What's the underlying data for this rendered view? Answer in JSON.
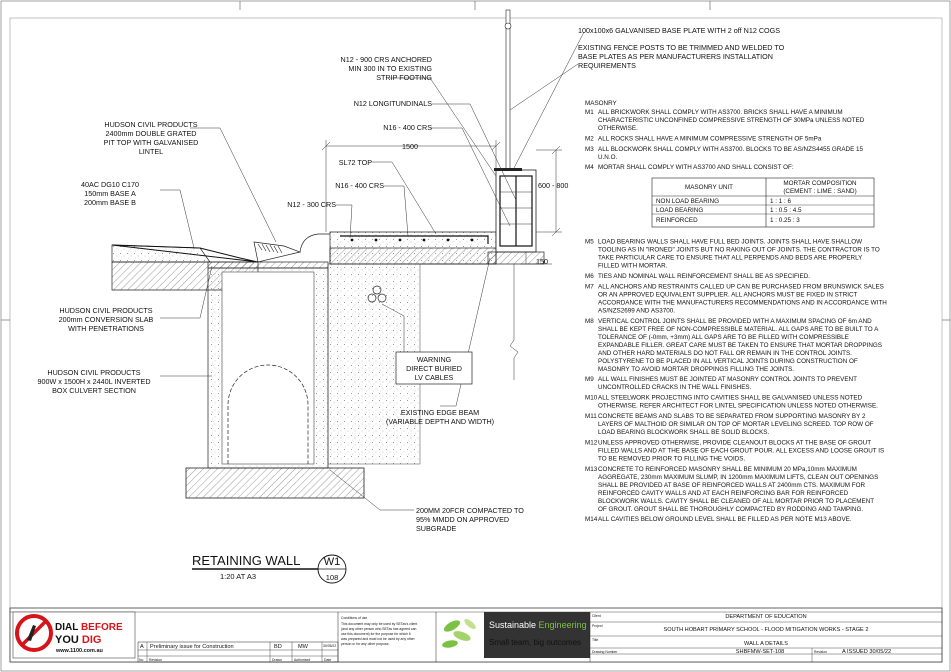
{
  "drawing": {
    "labels": {
      "base_plate": "100x100x6 GALVANISED BASE PLATE WITH 2 off N12 COGS",
      "fence_posts": [
        "EXISTING FENCE POSTS TO BE TRIMMED AND WELDED TO",
        "BASE PLATES AS PER MANUFACTURERS INSTALLATION",
        "REQUIREMENTS"
      ],
      "n12_900": [
        "N12 - 900 CRS ANCHORED",
        "MIN 300 IN TO EXISTING",
        "STRIP FOOTING"
      ],
      "n12_long": "N12 LONGITUNDINALS",
      "n16_400_upper": "N16 - 400 CRS",
      "pit_top": [
        "HUDSON CIVIL PRODUCTS",
        "2400mm DOUBLE GRATED",
        "PIT TOP WITH GALVANISED",
        "LINTEL"
      ],
      "sl72": "SL72 TOP",
      "base_course": [
        "40AC DG10 C170",
        "150mm BASE A",
        "200mm BASE B"
      ],
      "n16_400_lower": "N16 - 400 CRS",
      "n12_300": "N12 - 300 CRS",
      "slab": [
        "HUDSON CIVIL PRODUCTS",
        "200mm CONVERSION SLAB",
        "WITH PENETRATIONS"
      ],
      "warning": [
        "WARNING",
        "DIRECT BURIED",
        "LV CABLES"
      ],
      "culvert": [
        "HUDSON CIVIL PRODUCTS",
        "900W x 1500H x 2440L INVERTED",
        "BOX CULVERT SECTION"
      ],
      "edge_beam": [
        "EXISTING EDGE BEAM",
        "(VARIABLE DEPTH AND WIDTH)"
      ],
      "subgrade": [
        "200MM 20FCR COMPACTED TO",
        "95% MMDD ON APPROVED",
        "SUBGRADE"
      ]
    },
    "dimensions": {
      "width": "1500",
      "height": "600 - 800",
      "footing": "150"
    },
    "title": {
      "name": "RETAINING WALL",
      "ref": "W1",
      "sheet": "108",
      "scale": "1:20 AT A3"
    }
  },
  "notes": {
    "heading": "MASONRY",
    "items": [
      {
        "code": "M1",
        "lines": [
          "ALL BRICKWORK SHALL COMPLY WITH AS3700.      BRICKS SHALL HAVE A MINIMUM",
          "CHARACTERISTIC         UNCONFINED COMPRESSIVE STRENGTH OF 30MPa UNLESS NOTED",
          "OTHERWISE."
        ]
      },
      {
        "code": "M2",
        "lines": [
          "ALL ROCKS SHALL HAVE A MINIMUM COMPRESSIVE STRENGTH OF 5mPa"
        ]
      },
      {
        "code": "M3",
        "lines": [
          "ALL BLOCKWORK SHALL COMPLY WITH AS3700.      BLOCKS TO BE AS/NZS4455  GRADE 15",
          "U.N.O."
        ]
      },
      {
        "code": "M4",
        "lines": [
          "MORTAR SHALL COMPLY WITH AS3700 AND SHALL  CONSIST OF:"
        ]
      },
      {
        "code": "M5",
        "lines": [
          "LOAD BEARING WALLS SHALL HAVE FULL BED JOINTS.  JOINTS SHALL HAVE  SHALLOW",
          "TOOLING AS IN \"IRONED\" JOINTS BUT NO RAKING OUT OF JOINTS.  THE CONTRACTOR IS TO",
          "TAKE PARTICULAR CARE TO ENSURE THAT ALL PERPENDS AND BEDS ARE PROPERLY",
          "FILLED WITH MORTAR."
        ]
      },
      {
        "code": "M6",
        "lines": [
          "TIES AND NOMINAL WALL REINFORCEMENT SHALL BE AS SPECIFIED."
        ]
      },
      {
        "code": "M7",
        "lines": [
          "ALL ANCHORS AND RESTRAINTS CALLED UP CAN BE PURCHASED FROM  BRUNSWICK SALES",
          "OR AN APPROVED EQUIVALENT SUPPLIER.  ALL ANCHORS MUST BE FIXED IN STRICT",
          "ACCORDANCE WITH THE MANUFACTURERS RECOMMENDATIONS AND IN ACCORDANCE WITH",
          "AS/NZS2699 AND AS3700."
        ]
      },
      {
        "code": "M8",
        "lines": [
          " VERTICAL CONTROL JOINTS SHALL BE PROVIDED WITH A MAXIMUM SPACING  OF 6m AND",
          "SHALL BE KEPT FREE OF NON-COMPRESSIBLE MATERIAL.  ALL GAPS ARE TO BE BUILT TO A",
          "TOLERANCE OF (-0mm, +3mm)  ALL GAPS ARE TO BE FILLED WITH COMPRESSIBLE",
          "EXPANDABLE FILLER. GREAT CARE MUST BE TAKEN TO ENSURE THAT MORTAR DROPPINGS",
          "AND OTHER HARD MATERIALS DO NOT FALL OR REMAIN IN THE CONTROL JOINTS.",
          "POLYSTYRENE TO BE PLACED IN ALL VERTICAL JOINTS DURING CONSTRUCTION OF",
          "MASONRY TO AVOID MORTAR DROPPINGS FILLING THE JOINTS."
        ]
      },
      {
        "code": "M9",
        "lines": [
          "ALL WALL FINISHES MUST BE JOINTED AT MASONRY CONTROL JOINTS TO PREVENT",
          "UNCONTROLLED CRACKS IN THE WALL FINISHES."
        ]
      },
      {
        "code": "M10",
        "lines": [
          "ALL STEELWORK PROJECTING INTO CAVITIES SHALL BE GALVANISED UNLESS  NOTED",
          "OTHERWISE.  REFER ARCHITECT FOR LINTEL SPECIFICATION UNLESS  NOTED OTHERWISE."
        ]
      },
      {
        "code": "M11",
        "lines": [
          "CONCRETE BEAMS AND SLABS TO BE SEPARATED FROM SUPPORTING  MASONRY BY 2",
          "LAYERS OF MALTHOID OR SIMILAR ON TOP OF MORTAR LEVELING SCREED.  TOP ROW OF",
          "LOAD BEARING BLOCKWORK SHALL BE SOLID BLOCKS."
        ]
      },
      {
        "code": "M12",
        "lines": [
          "UNLESS APPROVED OTHERWISE, PROVIDE CLEANOUT BLOCKS AT THE BASE  OF GROUT",
          "FILLED WALLS AND AT THE BASE OF EACH GROUT POUR.  ALL EXCESS AND LOOSE GROUT IS",
          "TO BE REMOVED PRIOR TO FILLING THE VOIDS."
        ]
      },
      {
        "code": "M13",
        "lines": [
          "CONCRETE TO REINFORCED MASONRY SHALL BE MINIMUM 20 MPa,10mm MAXIMUM",
          "AGGREGATE, 230mm MAXIMUM SLUMP, IN 1200mm MAXIMUM LIFTS, CLEAN OUT OPENINGS",
          "SHALL BE PROVIDED AT BASE OF REINFORCED WALLS AT 2400mm CTS.  MAXIMUM FOR",
          "REINFORCED CAVITY WALLS AND AT EACH REINFORCING BAR FOR REINFORCED",
          "BLOCKWORK WALLS.  CAVITY SHALL BE CLEANED OF ALL MORTAR PRIOR TO PLACEMENT",
          "OF GROUT.  GROUT SHALL BE THOROUGHLY COMPACTED BY RODDING AND TAMPING."
        ]
      },
      {
        "code": "M14",
        "lines": [
          "ALL CAVITIES BELOW GROUND LEVEL SHALL BE FILLED AS PER NOTE M13  ABOVE."
        ]
      }
    ],
    "mortar_table": {
      "headers": [
        "MASONRY UNIT",
        "MORTAR COMPOSITION",
        "(CEMENT : LIME : SAND)"
      ],
      "rows": [
        [
          "NON LOAD BEARING",
          "1 : 1 : 6"
        ],
        [
          "LOAD BEARING",
          "1 : 0.5 : 4.5"
        ],
        [
          "REINFORCED",
          "1 : 0.25 : 3"
        ]
      ]
    }
  },
  "title_block": {
    "dbyd": {
      "line1a": "DIAL ",
      "line1b": "BEFORE",
      "line2a": "YOU ",
      "line2b": "DIG",
      "url": "www.1100.com.au"
    },
    "revision": {
      "rev": "A",
      "description": "Preliminary issue for Construction",
      "drawn": "BD",
      "authorised": "MW",
      "date": "30/05/22",
      "headers": {
        "no": "No",
        "revision": "Revision",
        "drawn": "Drawn",
        "authorised": "Authorised",
        "date": "Date"
      }
    },
    "conditions": {
      "title": "Conditions of use",
      "lines": [
        "This document may only be used by SETas's client",
        "(and any other person who SETas has agreed can",
        "use this document) for the purpose for which it",
        "was prepared and must not be used by any other",
        "person or for any other purpose."
      ]
    },
    "brand": {
      "name_a": "Sustainable ",
      "name_b": "Engineering",
      "tagline": "Small team, big outcomes"
    },
    "fields": {
      "client_label": "Client",
      "client": "DEPARTMENT OF EDUCATION",
      "project_label": "Project",
      "project": "SOUTH HOBART PRIMARY SCHOOL - FLOOD MITIGATION WORKS - STAGE 2",
      "title_label": "Title",
      "title": "WALL A DETAILS",
      "number_label": "Drawing Number",
      "number": "SHBFMW-SET-108",
      "revision_label": "Revision",
      "revision": "A  ISSUED 30/05/22"
    }
  },
  "colors": {
    "ink": "#111111",
    "brand_green": "#7cc242",
    "brand_dark": "#333333",
    "dbyd_red": "#d7141a"
  }
}
